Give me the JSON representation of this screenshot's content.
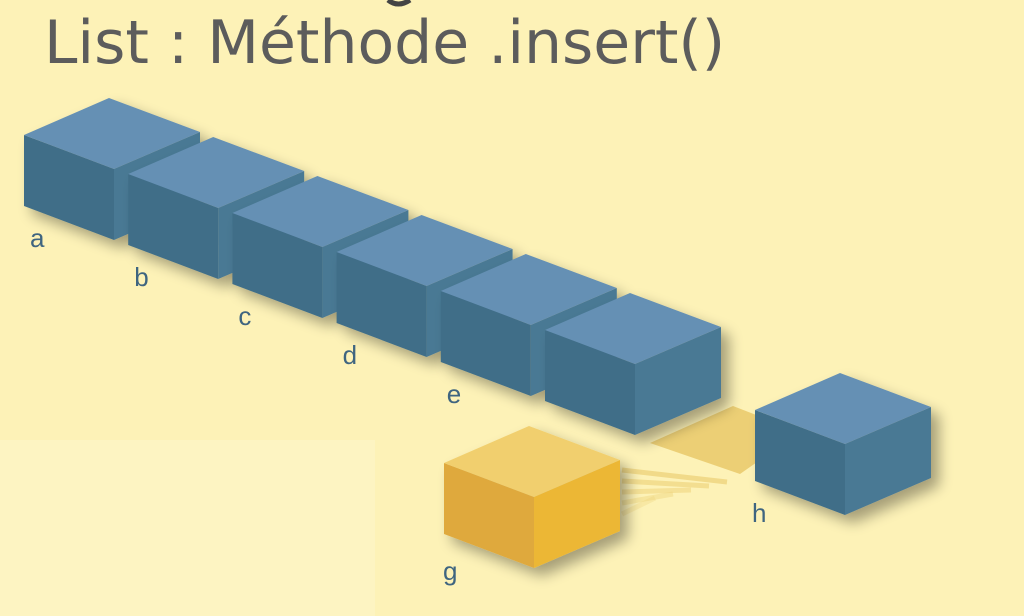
{
  "title": "List : Méthode .insert()",
  "list_items": [
    "a",
    "b",
    "c",
    "d",
    "e",
    ""
  ],
  "inserted_item": "g",
  "shifted_item": "h",
  "colors": {
    "background": "#fdf2b7",
    "cube_top": "#6590b4",
    "cube_left": "#3f6e88",
    "cube_right": "#4a7994",
    "insert_top": "#f1cf6e",
    "insert_left": "#dfa93c",
    "insert_right": "#ecb734",
    "label": "#3f6580"
  }
}
